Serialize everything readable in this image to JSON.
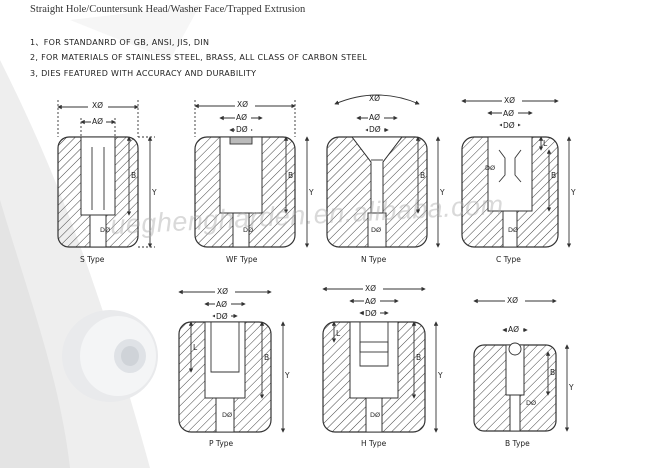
{
  "title": "Straight Hole/Countersunk Head/Washer Face/Trapped Extrusion",
  "features": [
    "1、FOR STANDANRD OF GB,  ANSI,  JIS,  DIN",
    "2, FOR MATERIALS OF STAINLESS STEEL,  BRASS,  ALL CLASS OF CARBON STEEL",
    "3, DIES FEATURED WITH ACCURACY AND DURABILITY"
  ],
  "watermark": "ueghengharden.en.alibaba.com",
  "labels": {
    "x": "XØ",
    "a": "AØ",
    "d": "DØ",
    "b": "B",
    "y": "Y",
    "l": "L"
  },
  "diagrams": {
    "s": {
      "caption": "S Type"
    },
    "wf": {
      "caption": "WF Type"
    },
    "n": {
      "caption": "N  Type"
    },
    "c": {
      "caption": "C Type"
    },
    "p": {
      "caption": "P Type"
    },
    "h": {
      "caption": "H Type"
    },
    "bt": {
      "caption": "B Type"
    }
  },
  "colors": {
    "line": "#333333",
    "hatch": "#444444",
    "swoosh": "#eeeeee"
  }
}
